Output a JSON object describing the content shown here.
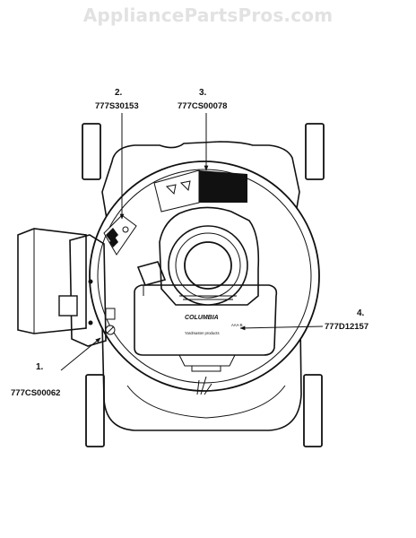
{
  "watermark": "AppliancePartsPros.com",
  "callouts": [
    {
      "number": "1.",
      "part": "777CS00062"
    },
    {
      "number": "2.",
      "part": "777S30153"
    },
    {
      "number": "3.",
      "part": "777CS00078"
    },
    {
      "number": "4.",
      "part": "777D12157"
    }
  ],
  "engine_label": {
    "brand": "COLUMBIA",
    "subtext": "Yardmaster products",
    "tag": "AAA-B"
  },
  "icons": [
    "wheel-icon",
    "warning-decal-icon",
    "grass-icon",
    "arrow-icon"
  ]
}
